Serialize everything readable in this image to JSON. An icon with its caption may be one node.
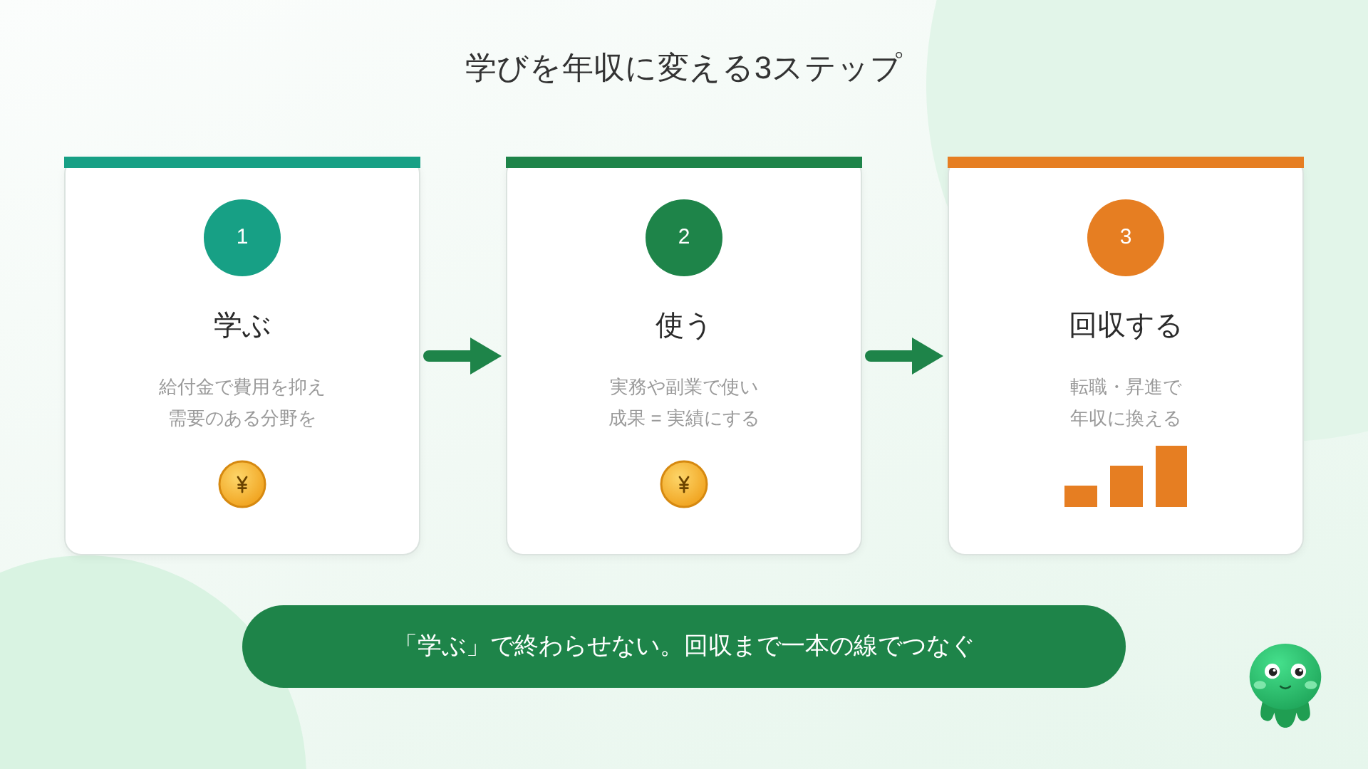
{
  "diagram": {
    "title": "学びを年収に変える3ステップ",
    "nodes": [
      {
        "text": [
          "学ぶ",
          "給付金で費用を抑え需要のある分野を"
        ]
      },
      {
        "text": [
          "1"
        ],
        "in": 0
      },
      {
        "text": [
          "使う",
          "実務や副業で使い成果 = 実績にする"
        ]
      },
      {
        "text": [
          "2"
        ],
        "in": 2
      },
      {
        "text": [
          "回収する",
          "転職・昇進で年収に換える"
        ]
      },
      {
        "text": [
          "3"
        ],
        "in": 4
      },
      {
        "text": [
          "「学ぶ」で終わらせない。回収まで一本の線でつなぐ"
        ]
      }
    ],
    "edges": [
      {
        "from": 0,
        "to": 2,
        "arrow": "to"
      },
      {
        "from": 2,
        "to": 4,
        "arrow": "to"
      }
    ]
  }
}
